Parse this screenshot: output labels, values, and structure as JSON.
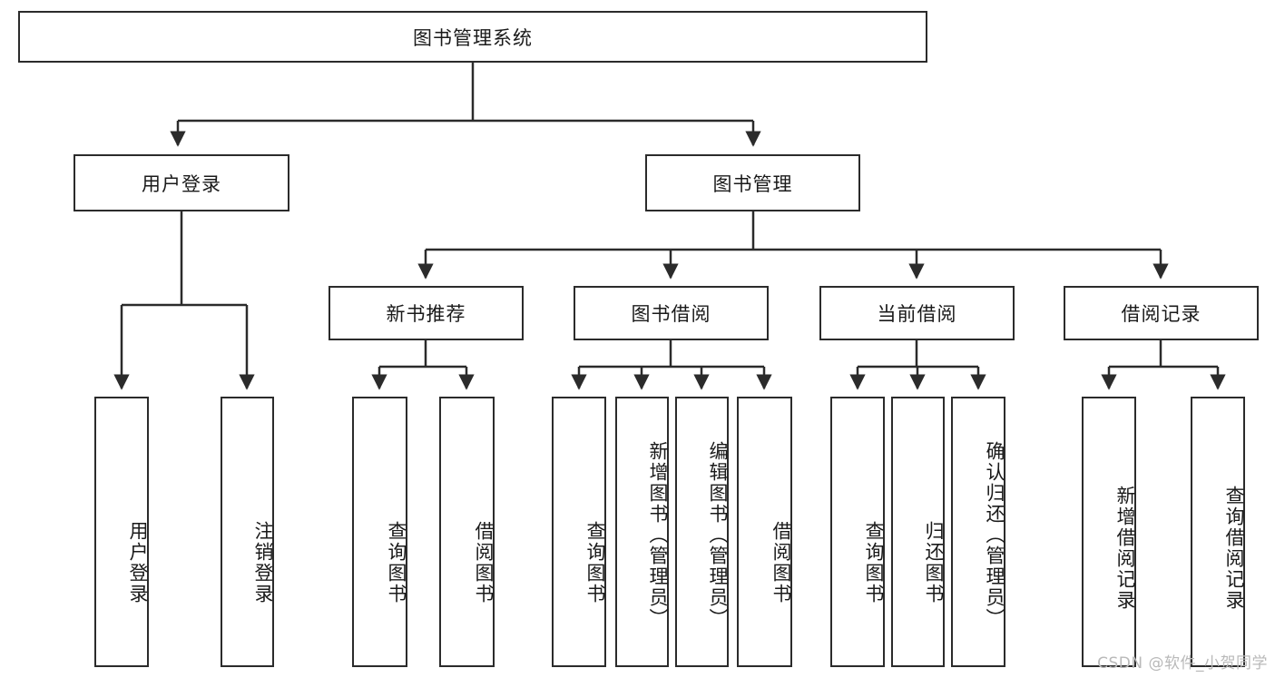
{
  "diagram": {
    "title": "图书管理系统",
    "watermark": "CSDN @软件_小贺同学",
    "stroke_color": "#2b2b2b",
    "background_color": "#ffffff",
    "nodes": {
      "root": "图书管理系统",
      "level2": {
        "user_login": "用户登录",
        "book_management": "图书管理"
      },
      "level3": {
        "new_book_recommend": "新书推荐",
        "book_borrow": "图书借阅",
        "current_borrow": "当前借阅",
        "borrow_record": "借阅记录"
      },
      "leaves": {
        "user_login_1": "用户登录",
        "user_login_2": "注销登录",
        "new_book_1": "查询图书",
        "new_book_2": "借阅图书",
        "book_borrow_1": "查询图书",
        "book_borrow_2": "新增图书（管理员）",
        "book_borrow_3": "编辑图书（管理员）",
        "book_borrow_4": "借阅图书",
        "current_borrow_1": "查询图书",
        "current_borrow_2": "归还图书",
        "current_borrow_3": "确认归还（管理员）",
        "borrow_record_1": "新增借阅记录",
        "borrow_record_2": "查询借阅记录"
      }
    }
  }
}
